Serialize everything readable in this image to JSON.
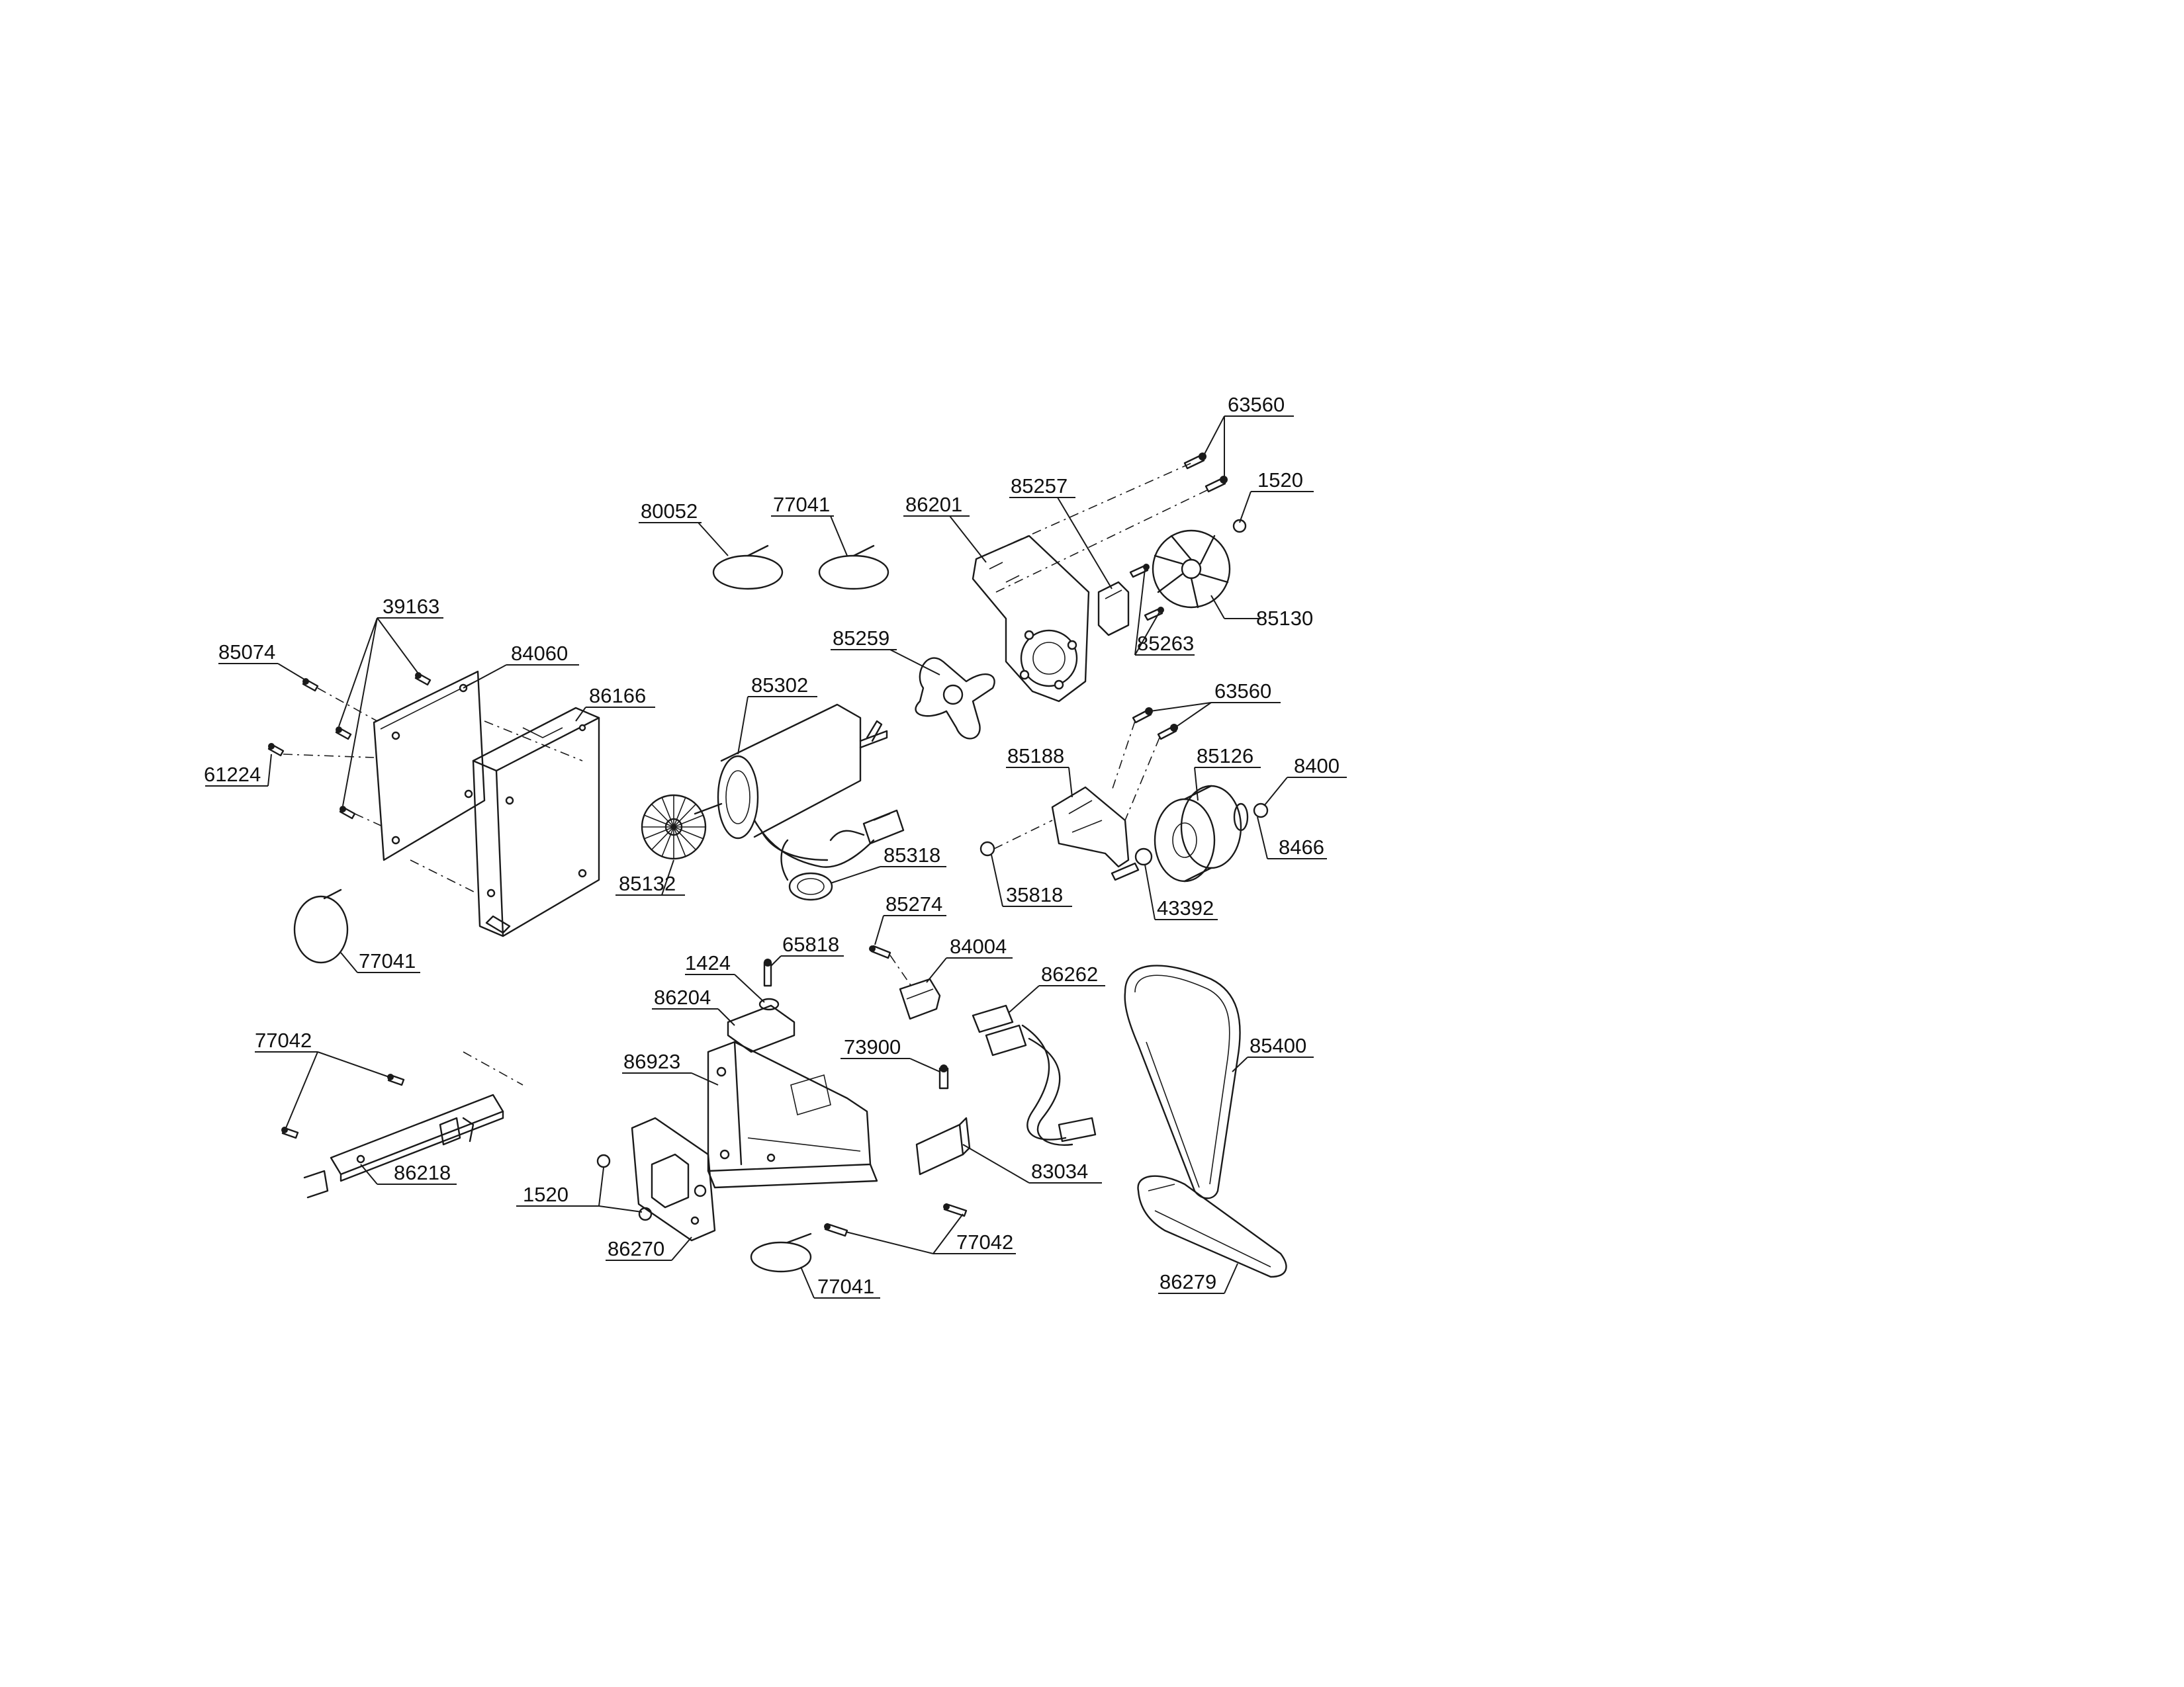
{
  "diagram": {
    "part_labels": [
      "63560",
      "1520",
      "85257",
      "86201",
      "77041",
      "80052",
      "85130",
      "85263",
      "85259",
      "39163",
      "85074",
      "84060",
      "86166",
      "85302",
      "61224",
      "63560",
      "85188",
      "85126",
      "8400",
      "8466",
      "85318",
      "85132",
      "35818",
      "43392",
      "77041",
      "85274",
      "65818",
      "84004",
      "1424",
      "86262",
      "86204",
      "77042",
      "86923",
      "73900",
      "85400",
      "83034",
      "86218",
      "1520",
      "77042",
      "86270",
      "77041",
      "86279"
    ]
  }
}
